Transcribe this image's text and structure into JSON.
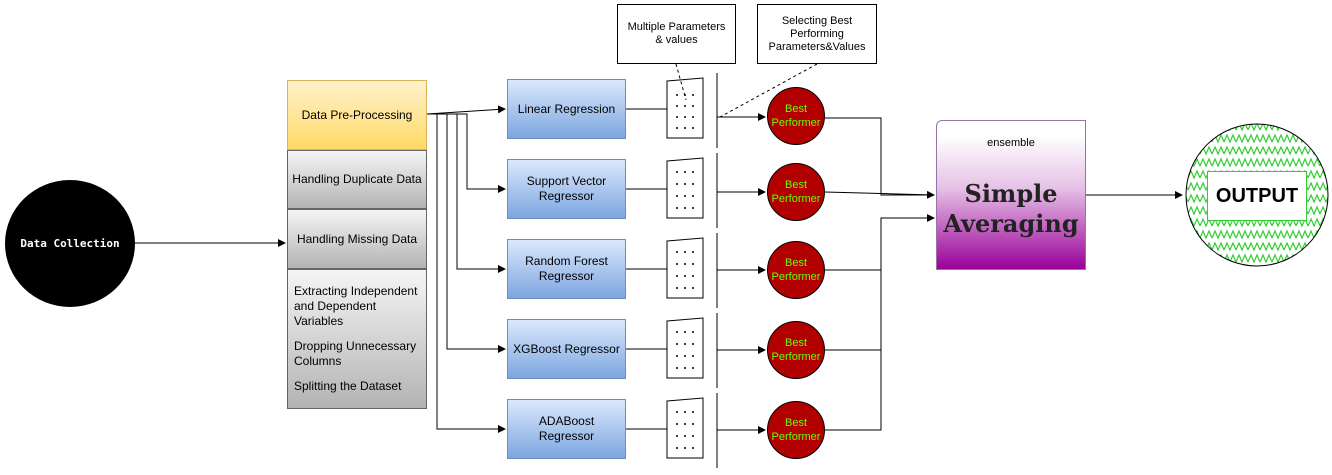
{
  "data_collection": "Data Collection",
  "preprocessing": {
    "header": "Data Pre-Processing",
    "duplicate": "Handling Duplicate Data",
    "missing": "Handling Missing Data",
    "extracting": "Extracting Independent and Dependent Variables",
    "dropping": "Dropping Unnecessary Columns",
    "splitting": "Splitting the Dataset"
  },
  "models": [
    "Linear Regression",
    "Support Vector Regressor",
    "Random Forest Regressor",
    "XGBoost Regressor",
    "ADABoost Regressor"
  ],
  "callouts": {
    "multiple": "Multiple Parameters & values",
    "selecting": "Selecting Best Performing Parameters&Values"
  },
  "best_performer": "Best Performer",
  "ensemble": {
    "label": "ensemble",
    "title": "Simple Averaging"
  },
  "output": "OUTPUT",
  "colors": {
    "preprocess_header": "#ffd966",
    "preprocess_items": "#b3b3b3",
    "models": "#7ea6e0",
    "best_fill": "#b20000",
    "best_text": "#66ff00",
    "ensemble": "#990099",
    "output_hatch": "#33cc33"
  }
}
